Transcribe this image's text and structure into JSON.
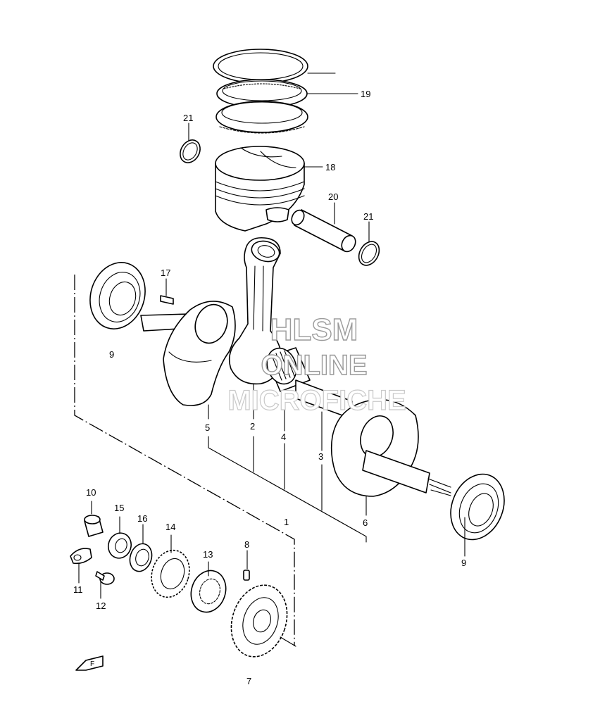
{
  "watermark": {
    "line1": "HLSM",
    "line2": "ONLINE",
    "line3": "MICROFICHE"
  },
  "callouts": [
    {
      "id": "19",
      "text": "19"
    },
    {
      "id": "21a",
      "text": "21"
    },
    {
      "id": "18",
      "text": "18"
    },
    {
      "id": "20",
      "text": "20"
    },
    {
      "id": "21b",
      "text": "21"
    },
    {
      "id": "17",
      "text": "17"
    },
    {
      "id": "9a",
      "text": "9"
    },
    {
      "id": "5",
      "text": "5"
    },
    {
      "id": "2",
      "text": "2"
    },
    {
      "id": "4",
      "text": "4"
    },
    {
      "id": "3",
      "text": "3"
    },
    {
      "id": "6",
      "text": "6"
    },
    {
      "id": "1",
      "text": "1"
    },
    {
      "id": "9b",
      "text": "9"
    },
    {
      "id": "10",
      "text": "10"
    },
    {
      "id": "15",
      "text": "15"
    },
    {
      "id": "16",
      "text": "16"
    },
    {
      "id": "14",
      "text": "14"
    },
    {
      "id": "13",
      "text": "13"
    },
    {
      "id": "8",
      "text": "8"
    },
    {
      "id": "11",
      "text": "11"
    },
    {
      "id": "12",
      "text": "12"
    },
    {
      "id": "7",
      "text": "7"
    }
  ],
  "front_marker": {
    "text": "F"
  }
}
